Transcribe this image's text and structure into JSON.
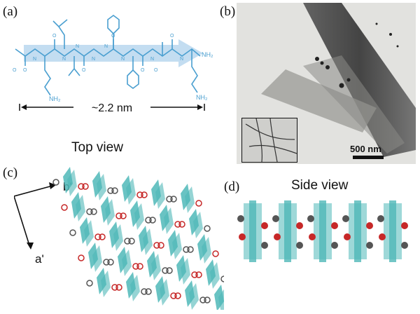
{
  "panel_labels": {
    "a": "(a)",
    "b": "(b)",
    "c": "(c)",
    "d": "(d)"
  },
  "molecule": {
    "length_label": "~2.2 nm",
    "amine_groups": [
      "NH₂",
      "NH₂",
      "NH₂"
    ],
    "nh_labels": [
      "N",
      "N",
      "N",
      "N",
      "N",
      "N",
      "N",
      "N"
    ],
    "carbonyl_labels": [
      "O",
      "O",
      "O",
      "O",
      "O",
      "O",
      "O",
      "O"
    ],
    "colors": {
      "structure": "#4a9fd0",
      "arrow": "#b9d7ee"
    }
  },
  "micrograph": {
    "scale_label": "500 nm"
  },
  "top_view": {
    "caption": "Top view",
    "axis_b": "b'",
    "axis_a": "a'",
    "colors": {
      "sheet": "#4fb8b8",
      "phenyl": "#c62828",
      "grey": "#555555"
    }
  },
  "side_view": {
    "caption": "Side view"
  }
}
